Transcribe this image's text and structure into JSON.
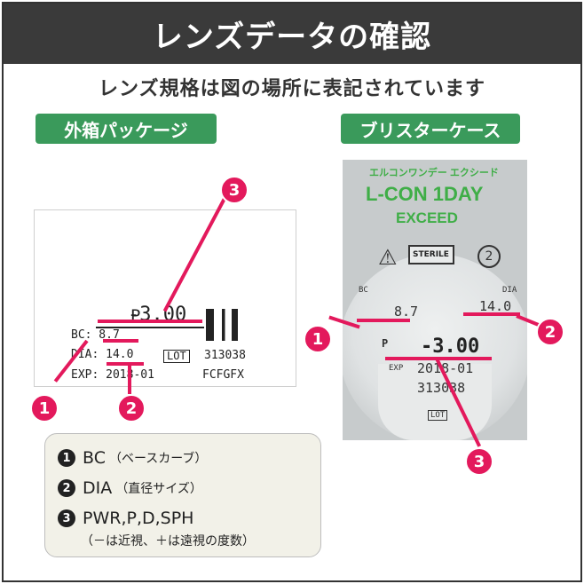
{
  "header": {
    "title": "レンズデータの確認"
  },
  "subtitle": "レンズ規格は図の場所に表記されています",
  "tabs": {
    "box": "外箱パッケージ",
    "blister": "ブリスターケース"
  },
  "box_label": {
    "p_label": "P",
    "p_value": "-3.00",
    "bc": "BC: 8.7",
    "dia": "DIA: 14.0",
    "exp": "EXP: 2018-01",
    "lot_label": "LOT",
    "lot_number": "313038",
    "code": "FCFGFX"
  },
  "blister": {
    "jp_name": "エルコンワンデー エクシード",
    "brand": "L-CON 1DAY",
    "line": "EXCEED",
    "sterile": "STERILE",
    "reuse_icon": "2",
    "bc_label": "BC",
    "dia_label": "DIA",
    "bc_value": "8.7",
    "dia_value": "14.0",
    "p_label": "P",
    "p_value": "-3.00",
    "exp_label": "EXP",
    "exp_value": "2018-01",
    "lot_number": "313038",
    "lot_label": "LOT"
  },
  "markers": {
    "one": "1",
    "two": "2",
    "three": "3"
  },
  "legend": {
    "items": [
      {
        "num": "1",
        "main": "BC",
        "sub": "（ベースカーブ）"
      },
      {
        "num": "2",
        "main": "DIA",
        "sub": "（直径サイズ）"
      },
      {
        "num": "3",
        "main": "PWR,P,D,SPH",
        "sub": ""
      }
    ],
    "note": "（－は近視、＋は遠視の度数）"
  },
  "colors": {
    "header_bg": "#3a3a3a",
    "pill_green": "#3a9a5b",
    "marker_pink": "#e3195c",
    "legend_bg": "#f2f1e8"
  }
}
